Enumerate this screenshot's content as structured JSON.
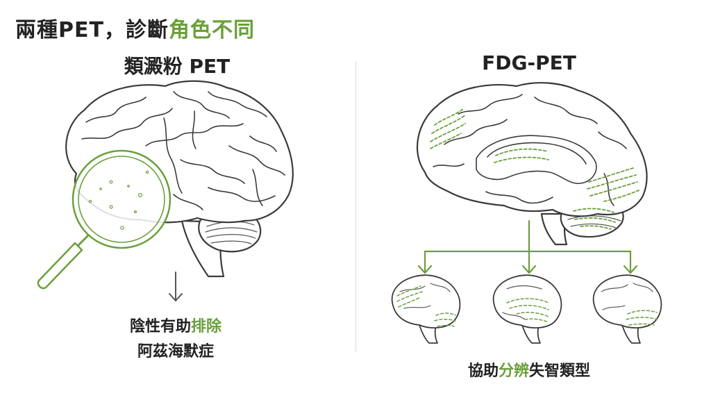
{
  "title": {
    "part1": "兩種PET，診斷",
    "part2": "角色不同"
  },
  "left_panel": {
    "heading": "類澱粉 PET",
    "caption_line1_a": "陰性有助",
    "caption_line1_b": "排除",
    "caption_line2": "阿茲海默症"
  },
  "right_panel": {
    "heading": "FDG-PET",
    "caption_a": "協助",
    "caption_b": "分辨",
    "caption_c": "失智類型"
  },
  "colors": {
    "accent": "#6a9f3a",
    "text": "#222222",
    "line": "#3a3a3a"
  },
  "icons": [
    "magnifier-icon",
    "down-arrow-icon",
    "brain-illustration"
  ]
}
